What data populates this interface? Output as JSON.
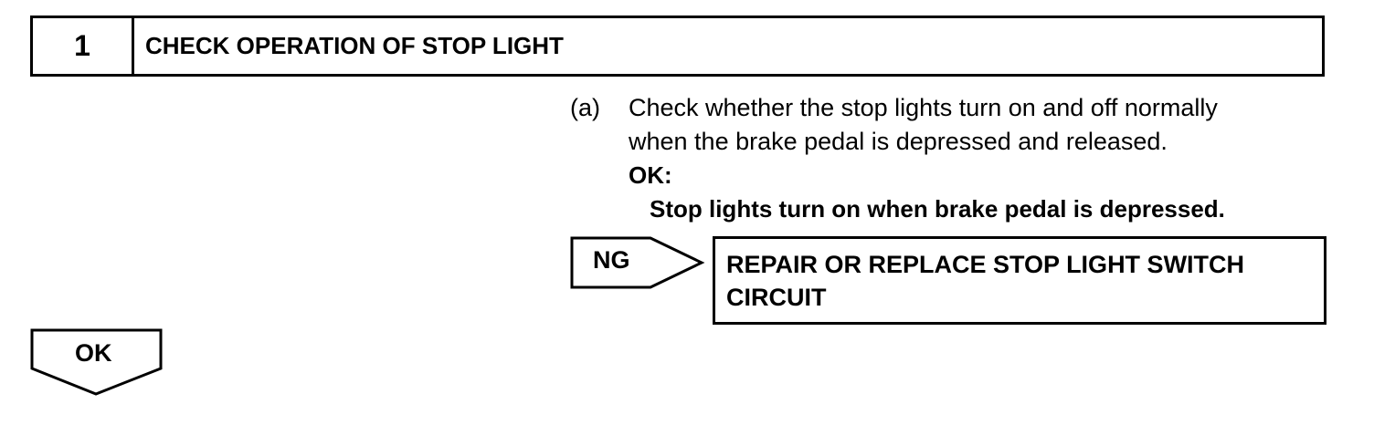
{
  "step": {
    "number": "1",
    "title": "CHECK OPERATION OF STOP LIGHT"
  },
  "instruction": {
    "marker": "(a)",
    "lines": [
      "Check whether the stop lights turn on and off normally",
      "when the brake pedal is depressed and released."
    ],
    "ok_label": "OK:",
    "ok_criteria": "Stop lights turn on when brake pedal is depressed."
  },
  "ng_branch": {
    "label": "NG",
    "result_lines": [
      "REPAIR OR REPLACE STOP LIGHT SWITCH",
      "CIRCUIT"
    ]
  },
  "ok_branch": {
    "label": "OK"
  }
}
